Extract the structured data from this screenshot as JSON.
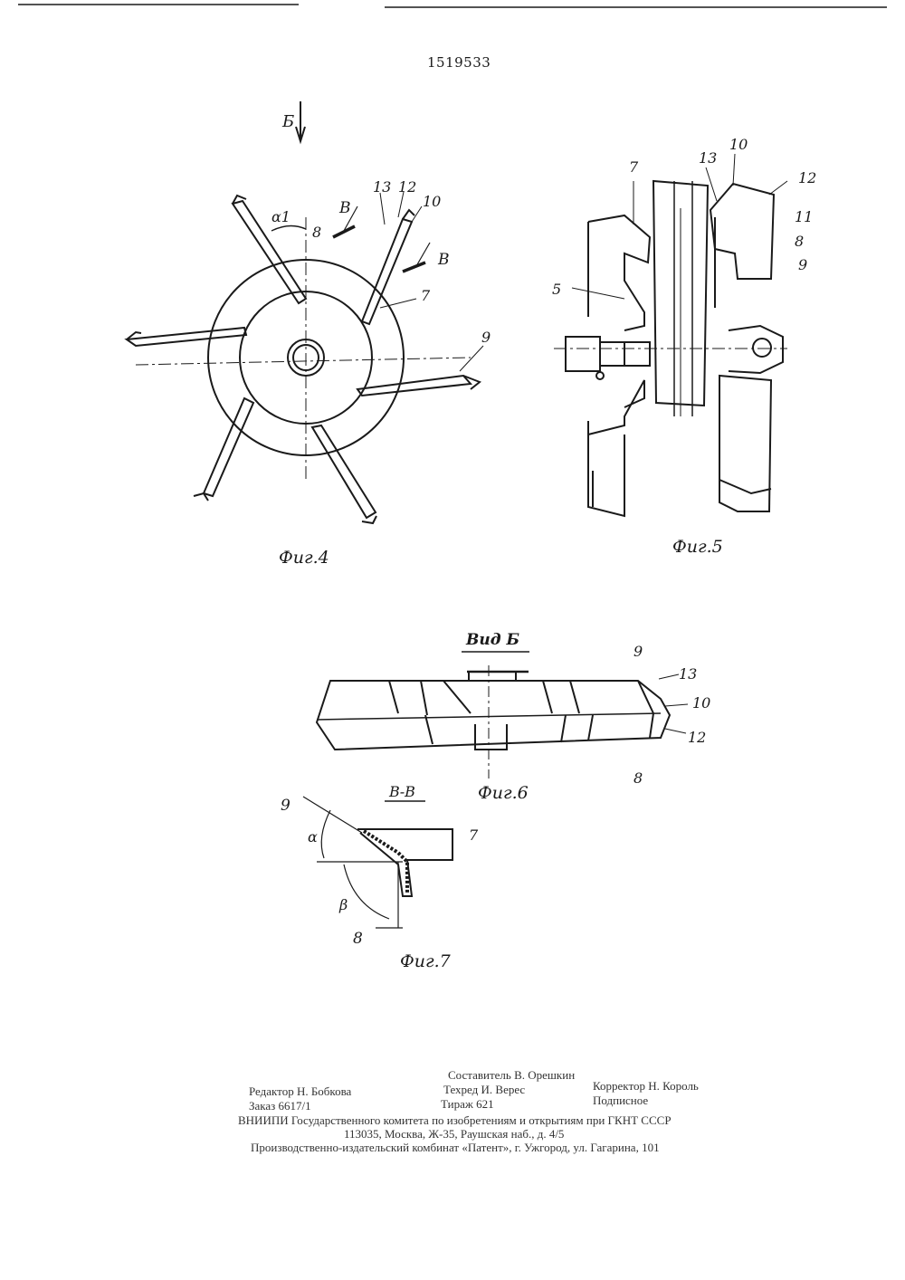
{
  "patent_number": "1519533",
  "figures": {
    "fig4": {
      "caption": "Фиг.4",
      "view_arrow_label": "Б",
      "angle_label": "α1",
      "section_marker": "В",
      "callouts": [
        "8",
        "13",
        "12",
        "10",
        "7",
        "9"
      ]
    },
    "fig5": {
      "caption": "Фиг.5",
      "callouts": [
        "7",
        "13",
        "10",
        "12",
        "11",
        "8",
        "9",
        "5"
      ]
    },
    "fig6": {
      "caption": "Фиг.6",
      "view_title": "Вид Б",
      "callouts": [
        "9",
        "13",
        "10",
        "12",
        "8"
      ]
    },
    "fig7": {
      "caption": "Фиг.7",
      "section_title": "В-В",
      "angle_alpha": "α",
      "angle_beta": "β",
      "callouts": [
        "9",
        "7",
        "8"
      ]
    }
  },
  "colophon": {
    "compiler": "Составитель В. Орешкин",
    "editor": "Редактор Н. Бобкова",
    "techred": "Техред И. Верес",
    "corrector": "Корректор Н. Король",
    "order": "Заказ 6617/1",
    "circulation": "Тираж 621",
    "subscription": "Подписное",
    "institute": "ВНИИПИ Государственного комитета по изобретениям и открытиям при ГКНТ СССР",
    "address": "113035, Москва, Ж-35, Раушская наб., д. 4/5",
    "publisher": "Производственно-издательский комбинат «Патент», г. Ужгород, ул. Гагарина, 101"
  }
}
